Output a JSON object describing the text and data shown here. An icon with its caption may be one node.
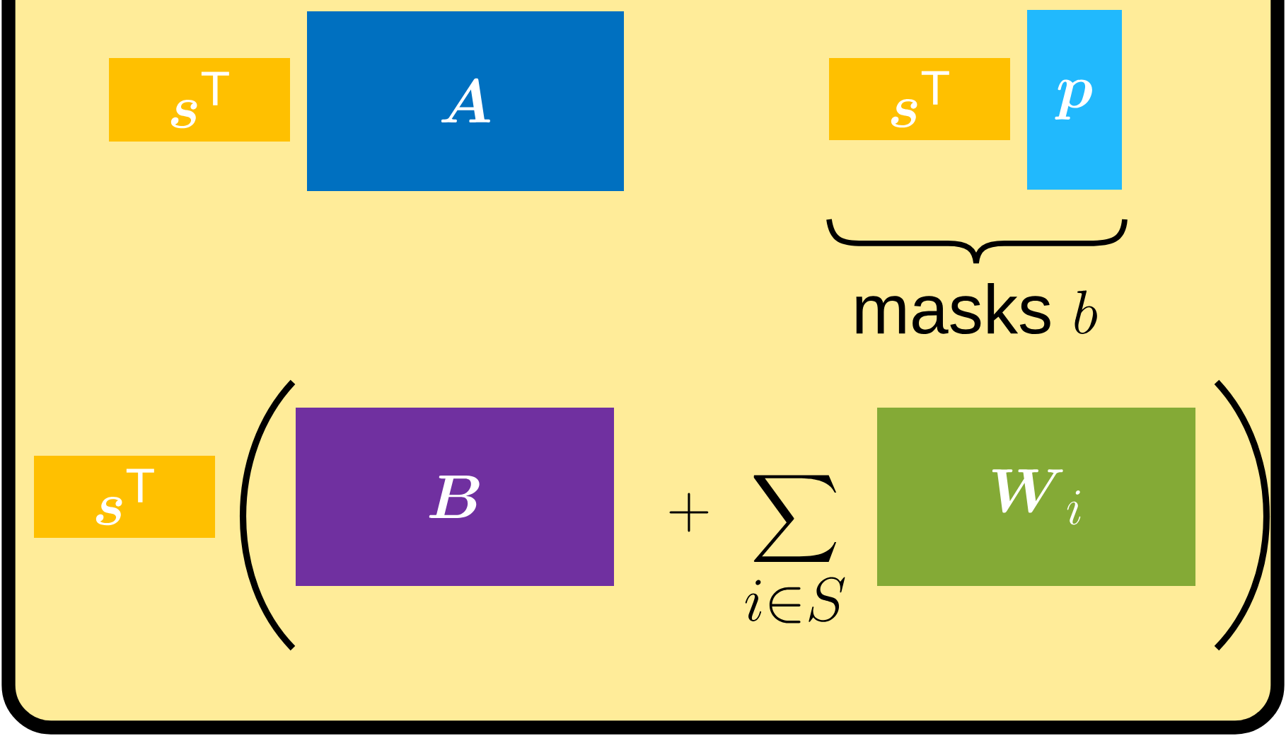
{
  "diagram": {
    "nodes": [
      {
        "text": [
          "\\boldsymbol{s}^{\\mathrm{T}}"
        ]
      },
      {
        "text": [
          "\\boldsymbol{A}"
        ]
      },
      {
        "text": [
          "\\boldsymbol{s}^{\\mathrm{T}}"
        ]
      },
      {
        "text": [
          "\\boldsymbol{p}"
        ]
      },
      {
        "text": [
          "\\boldsymbol{s}^{\\mathrm{T}}"
        ]
      },
      {
        "text": [
          "\\boldsymbol{B}"
        ]
      },
      {
        "text": [
          "\\boldsymbol{W}_{i}"
        ]
      }
    ],
    "labels": [
      "\\text{masks }b",
      "+",
      "\\sum_{i\\in S}"
    ]
  }
}
